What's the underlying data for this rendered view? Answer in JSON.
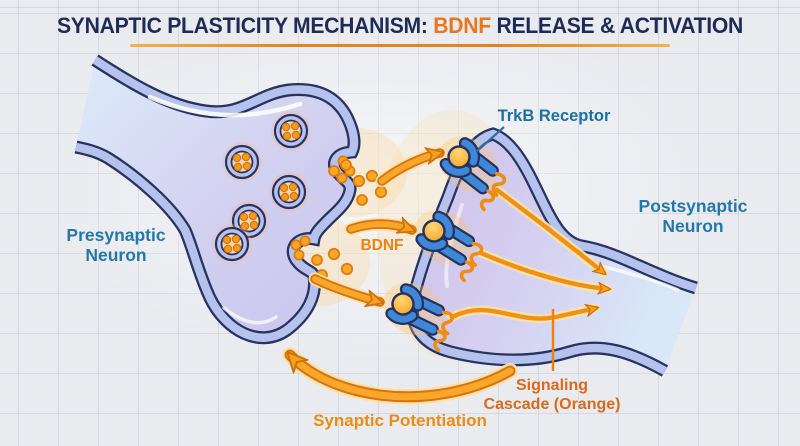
{
  "title": {
    "prefix": "SYNAPTIC PLASTICITY MECHANISM: ",
    "highlight": "BDNF",
    "suffix": " RELEASE & ACTIVATION",
    "text_color": "#1f2b57",
    "highlight_color": "#e87722",
    "underline_color": "#e8821e"
  },
  "labels": {
    "presynaptic": {
      "line1": "Presynaptic",
      "line2": "Neuron",
      "color": "#2477ad"
    },
    "postsynaptic": {
      "line1": "Postsynaptic",
      "line2": "Neuron",
      "color": "#2477ad"
    },
    "trkb": {
      "text": "TrkB Receptor",
      "color": "#1a70a6"
    },
    "bdnf": {
      "text": "BDNF",
      "color": "#ee8310"
    },
    "signaling": {
      "line1": "Signaling",
      "line2": "Cascade (Orange)",
      "color": "#d96a1c"
    },
    "potentiation": {
      "text": "Synaptic Potentiation",
      "color": "#ea8c15"
    }
  },
  "palette": {
    "background": "#eaebef",
    "grid_line": "#b9bfd3",
    "membrane_outline": "#28345f",
    "membrane_band": "#b6c2ee",
    "presynaptic_fill_light": "#d9e9fa",
    "presynaptic_fill_lavender": "#cfc7ee",
    "postsynaptic_fill_lavender": "#cfc0ea",
    "postsynaptic_fill_blue": "#d9e7f8",
    "receptor_blue": "#3f88d8",
    "bdnf_orange": "#f59b16",
    "arrow_orange": "#f9a62a",
    "arrow_outline": "#d8730e",
    "vesicle_inner": "#f8d6b0"
  }
}
